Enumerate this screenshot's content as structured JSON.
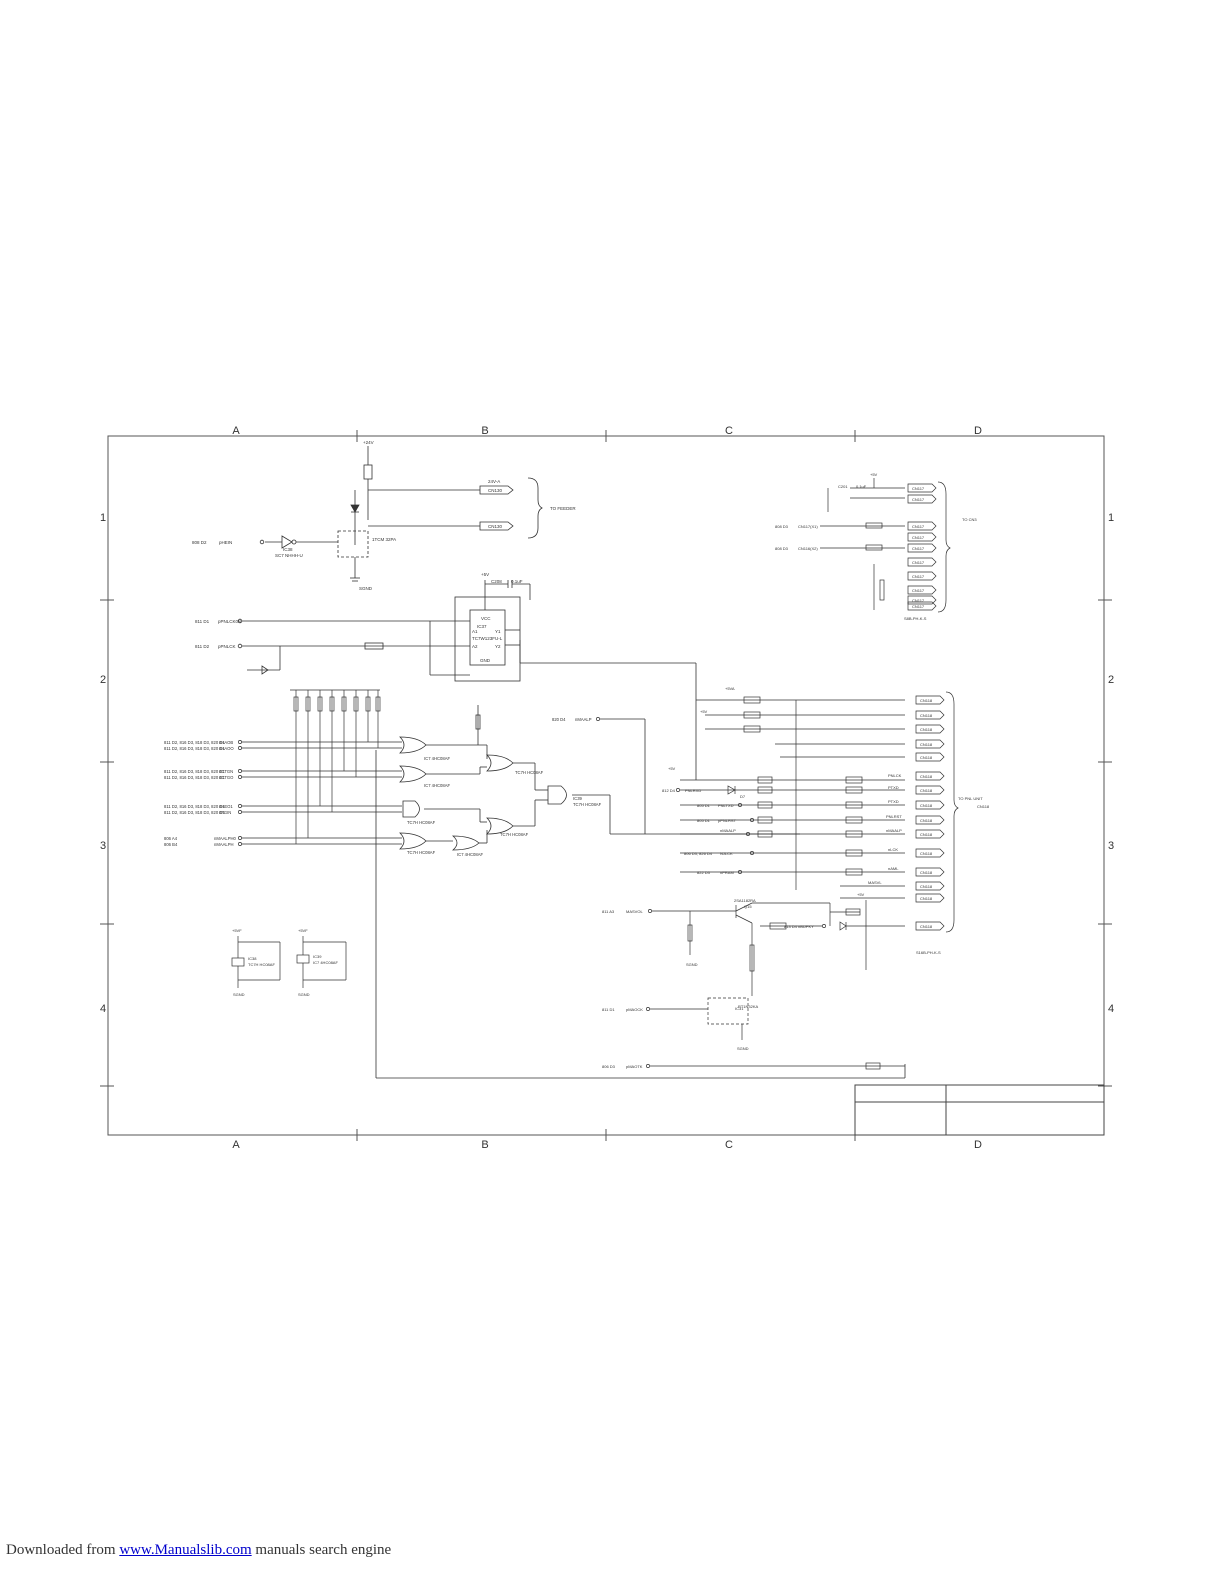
{
  "grid": {
    "columns": [
      "A",
      "B",
      "C",
      "D"
    ],
    "rows": [
      "1",
      "2",
      "3",
      "4"
    ]
  },
  "power_top": {
    "rail": "+24V"
  },
  "connectors_top": {
    "cn130_pin1": "CN130",
    "cn130_pin2": "CN130",
    "net": "24V-A",
    "label": "TO FEEDER",
    "transistor": "1TCM 32PA",
    "buffer_ref": "IC38",
    "buffer_part": "SC7 NHHH-U",
    "ground": "SGND",
    "input_signal": "pHEIN",
    "input_ref": "808 D2"
  },
  "ic37": {
    "ref": "IC37",
    "part": "TC7W123FU-L",
    "vcc": "VCC",
    "gnd": "GND",
    "pin_a1": "A1",
    "pin_a2": "A2",
    "pin_y1": "Y1",
    "pin_y2": "Y2",
    "cap": "C208",
    "cap_value": "0.1uF",
    "supply": "+5V"
  },
  "left_signals": [
    {
      "ref": "811 D1",
      "name": "pPNLCK0N"
    },
    {
      "ref": "811 D2",
      "name": "pPNLCK"
    }
  ],
  "or_inputs": [
    {
      "ref": "811 D2, 816 D3, 818 D3, 820 D1",
      "name": "nHAOB"
    },
    {
      "ref": "811 D2, 816 D3, 818 D3, 820 D1",
      "name": "nHAOO"
    },
    {
      "ref": "811 D2, 816 D3, 818 D3, 820 D1",
      "name": "nCTGN"
    },
    {
      "ref": "811 D2, 816 D3, 818 D3, 820 D1",
      "name": "nCTGO"
    },
    {
      "ref": "811 D2, 816 D3, 818 D3, 820 D1",
      "name": "nHEO1"
    },
    {
      "ref": "811 D2, 816 D3, 818 D3, 820 D1",
      "name": "nFGIN"
    },
    {
      "ref": "806 A4",
      "name": "nMAALPH0"
    },
    {
      "ref": "806 B4",
      "name": "nMAALPH"
    }
  ],
  "gates": {
    "part_a": "IC7 4HC08AF",
    "part_b": "TC7H HC08AF",
    "out_signal": "nMAALP",
    "out_ref": "820 D4",
    "ic_ref": "IC39"
  },
  "right_top": {
    "label": "TO CN3",
    "supply": "+5V",
    "rows": [
      "CN117",
      "CN117",
      "CN117",
      "CN117",
      "CN117",
      "CN117",
      "CN117",
      "CN117",
      "CN117",
      "CN117"
    ],
    "input_1": {
      "ref": "808 D3",
      "name": "CN117(X1)"
    },
    "input_2": {
      "ref": "808 D3",
      "name": "CN116(X2)"
    },
    "cap": "C201",
    "cap_value": "0.1uF",
    "part_note": "S8B-PH-K-S"
  },
  "right_mid": {
    "label": "TO PNL UNIT",
    "connector": "CN118",
    "rows": [
      "CN118",
      "CN118",
      "CN118",
      "CN118",
      "CN118",
      "CN118",
      "CN118",
      "CN118",
      "CN118",
      "CN118",
      "CN118",
      "CN118",
      "CN118",
      "CN118",
      "CN118",
      "CN118"
    ],
    "signals": [
      "PNLCK",
      "PTXD",
      "PTXD",
      "PNLRST",
      "nMAALP",
      "",
      "nLCK",
      "nAML",
      "MASVL"
    ],
    "inputs": [
      {
        "ref": "812 D4",
        "name": "PNLRXD"
      },
      {
        "ref": "805 D1",
        "name": "PNLTXD"
      },
      {
        "ref": "805 D1",
        "name": "pPNLRST"
      },
      {
        "ref": "",
        "name": "nMAALP"
      },
      {
        "ref": "806 D3, 826 D4",
        "name": "NJLCK"
      },
      {
        "ref": "822 D3",
        "name": "nPRAM"
      }
    ],
    "part_note": "S16B-PH-K-S",
    "supplies": [
      "+5VA",
      "+5V",
      "+5V"
    ],
    "diode": "D7"
  },
  "bottom_transistor": {
    "ref": "Q15",
    "part": "2SA1182RA",
    "input": {
      "ref": "811 A3",
      "name": "MASVOL"
    },
    "diode_signal": "813 D4 nBUPKY",
    "second": {
      "ref": "IC31",
      "part": "RT1N32KA"
    },
    "input_2": {
      "ref": "811 D1",
      "name": "pMAOCK"
    },
    "input_3": {
      "ref": "806 D3",
      "name": "pMAOTK"
    },
    "supply": "+5V",
    "ground": "SGND"
  },
  "decoupling": {
    "vcc": "+5VF",
    "ic_a": "IC38",
    "ic_a_part": "TC7H HC08AF",
    "ic_b": "IC39",
    "ic_b_part": "IC7 4HC08AF",
    "ground": "SGND"
  },
  "footer": {
    "prefix": "Downloaded from ",
    "link": "www.Manualslib.com",
    "suffix": "  manuals search engine"
  }
}
